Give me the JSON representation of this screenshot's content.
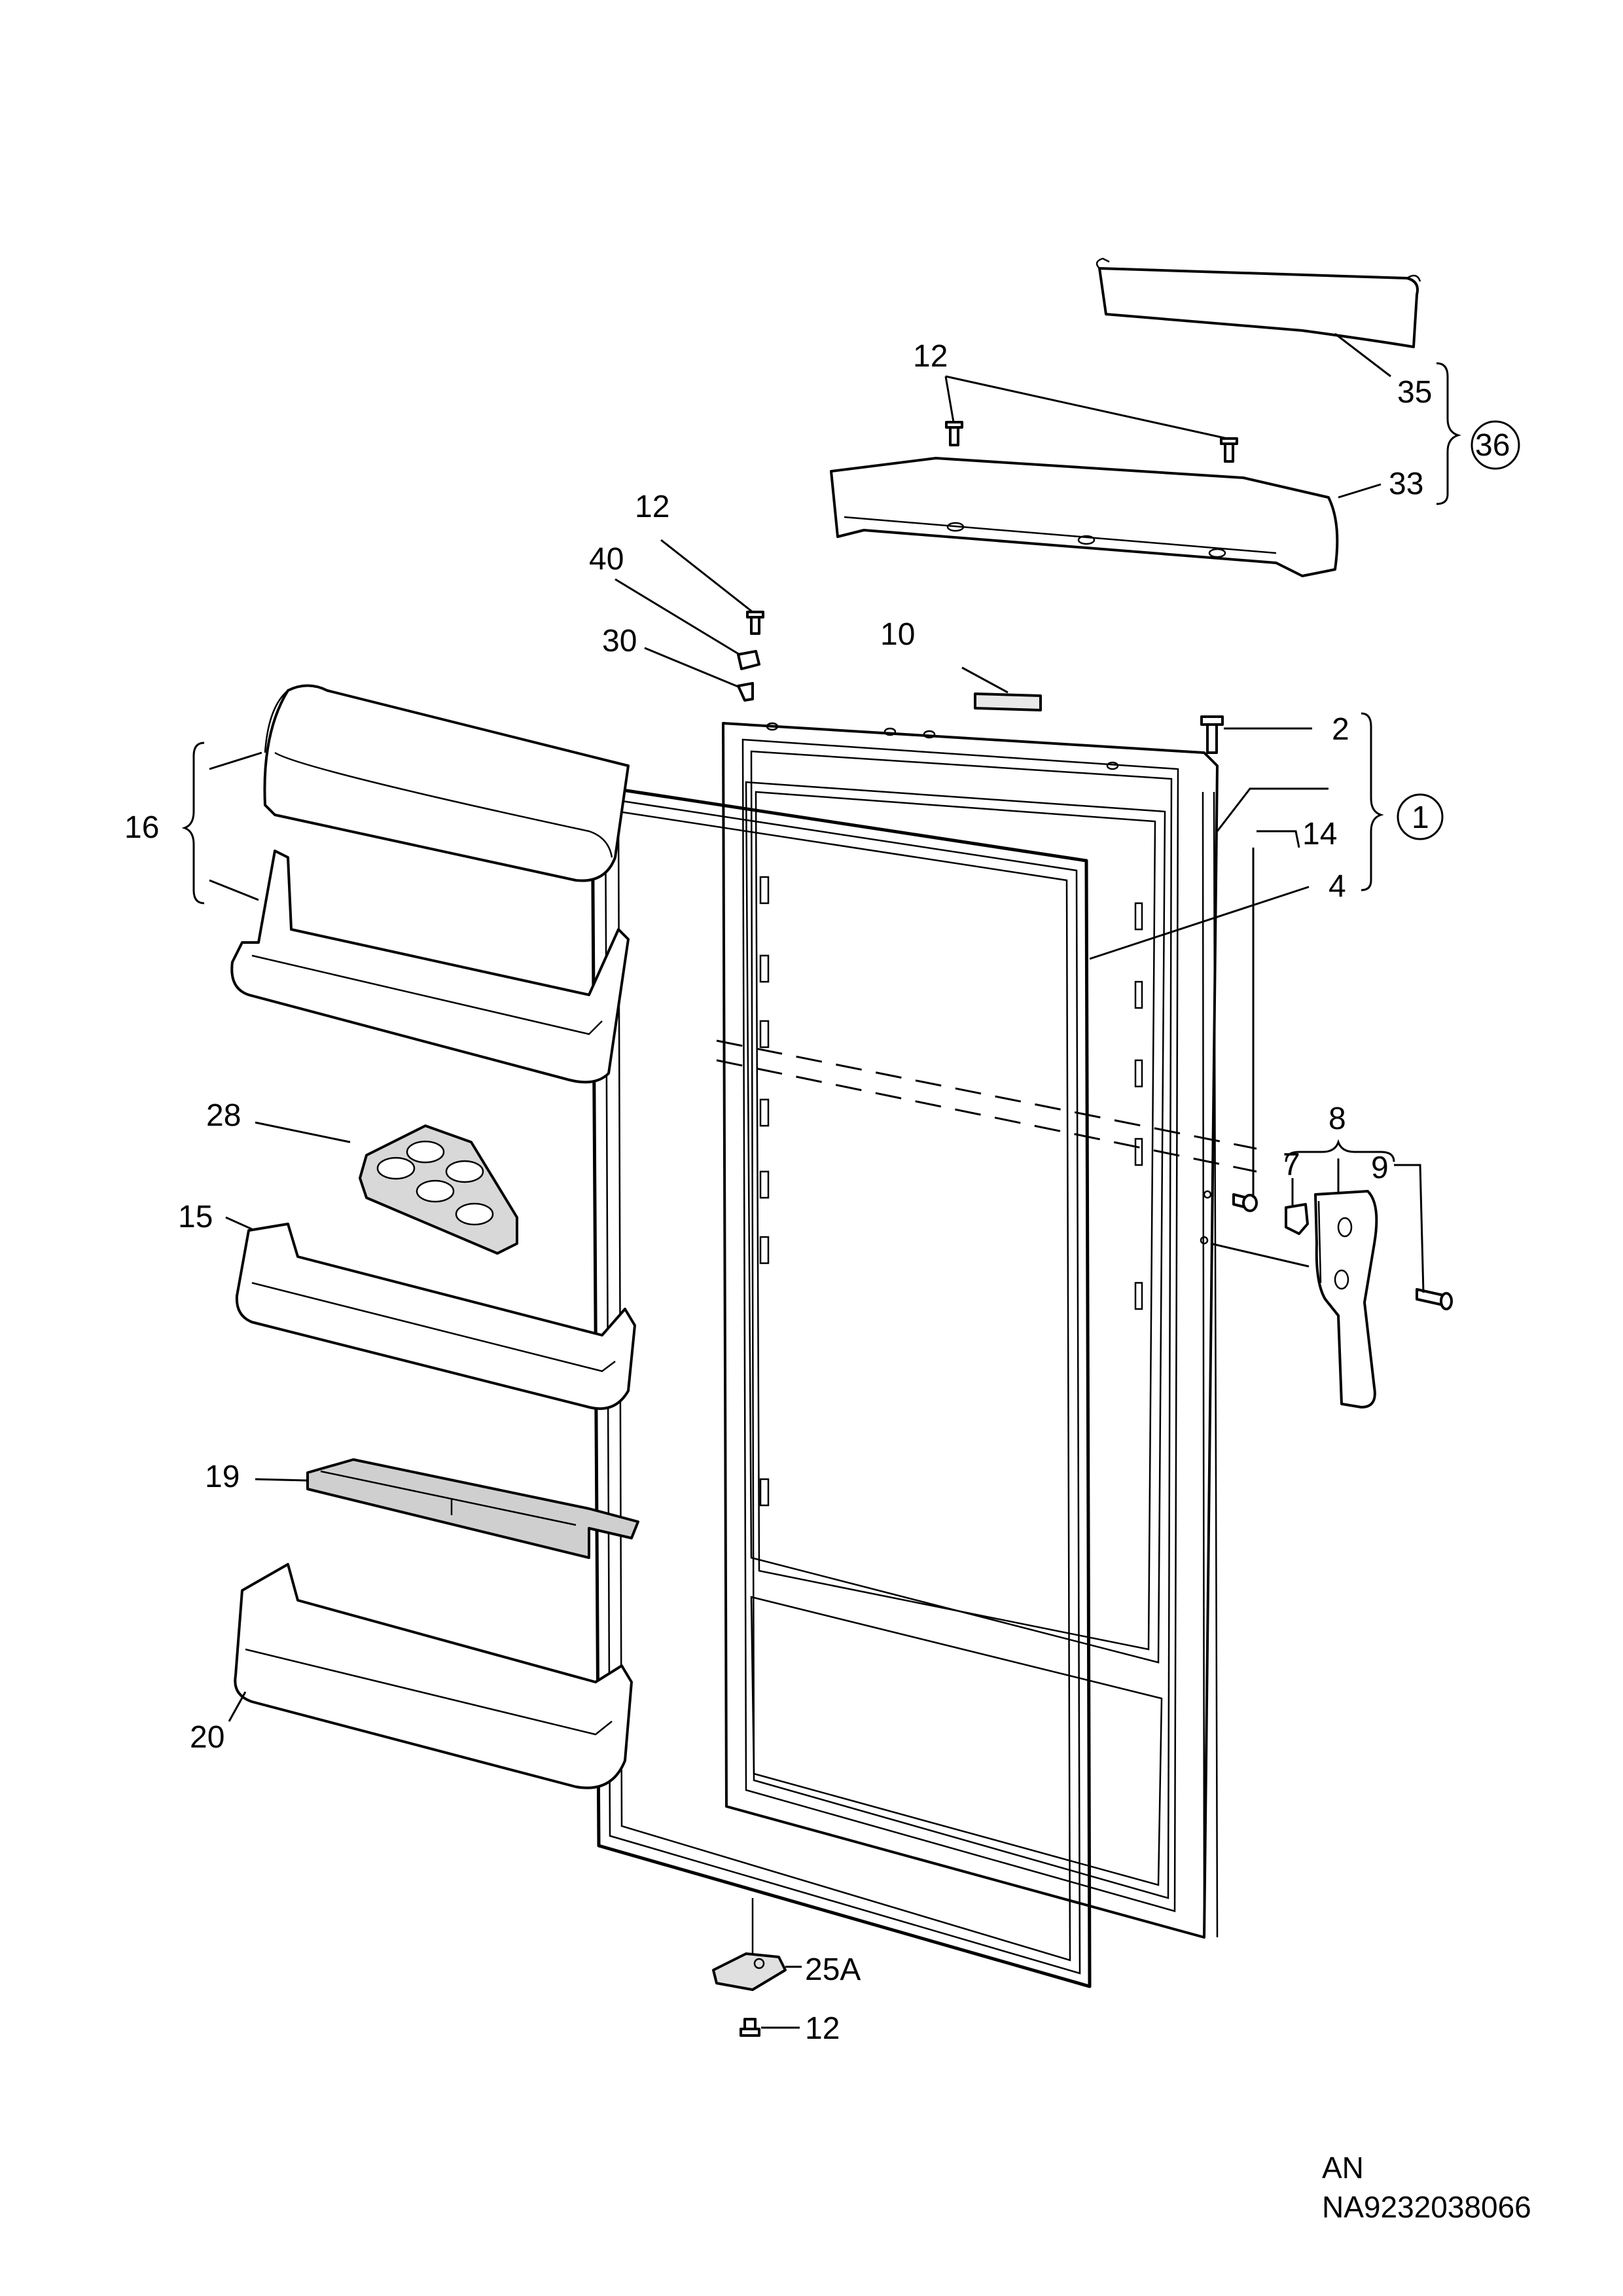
{
  "labels": {
    "l12a": "12",
    "l35": "35",
    "l36": "36",
    "l33": "33",
    "l12b": "12",
    "l40": "40",
    "l30": "30",
    "l10": "10",
    "l2": "2",
    "l1": "1",
    "l14": "14",
    "l4": "4",
    "l16": "16",
    "l28": "28",
    "l8": "8",
    "l7": "7",
    "l9": "9",
    "l15": "15",
    "l19": "19",
    "l20": "20",
    "l25a": "25A",
    "l12c": "12"
  },
  "footer": {
    "line1": "AN",
    "line2": "NA9232038066"
  }
}
